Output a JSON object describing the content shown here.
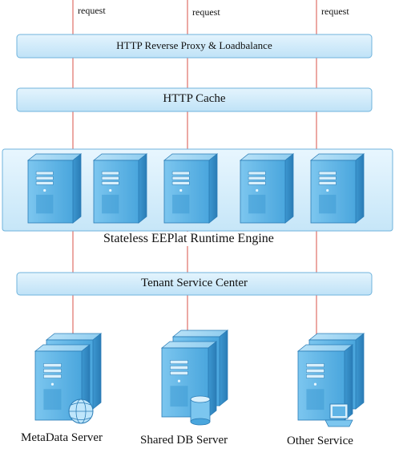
{
  "diagram": {
    "requests": [
      "request",
      "request",
      "request"
    ],
    "proxy_label": "HTTP Reverse Proxy & Loadbalance",
    "cache_label": "HTTP Cache",
    "engine_label": "Stateless EEPlat Runtime Engine",
    "tenant_label": "Tenant Service Center",
    "servers": [
      {
        "label": "MetaData Server",
        "icon": "globe-icon"
      },
      {
        "label": "Shared DB Server",
        "icon": "database-icon"
      },
      {
        "label": "Other Service",
        "icon": "computer-icon"
      }
    ],
    "colors": {
      "line": "#e8938c",
      "band_fill": "#cfeafa",
      "band_stroke": "#6fb3dc",
      "server_body": "#5fb4e6",
      "server_dark": "#2d86c2"
    }
  }
}
